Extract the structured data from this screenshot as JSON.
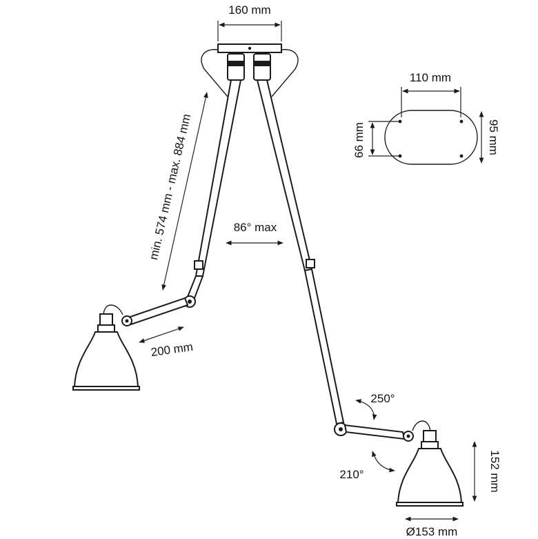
{
  "dimensions": {
    "canopy_width": "160 mm",
    "plate_width": "110 mm",
    "plate_hole_spacing": "66 mm",
    "plate_height": "95 mm",
    "arm_length_range": "min. 574 mm - max. 884 mm",
    "arm_angle": "86° max",
    "shade_arm_length": "200 mm",
    "rotation_upper": "250°",
    "rotation_lower": "210°",
    "shade_height": "152 mm",
    "shade_diameter": "Ø153 mm"
  }
}
